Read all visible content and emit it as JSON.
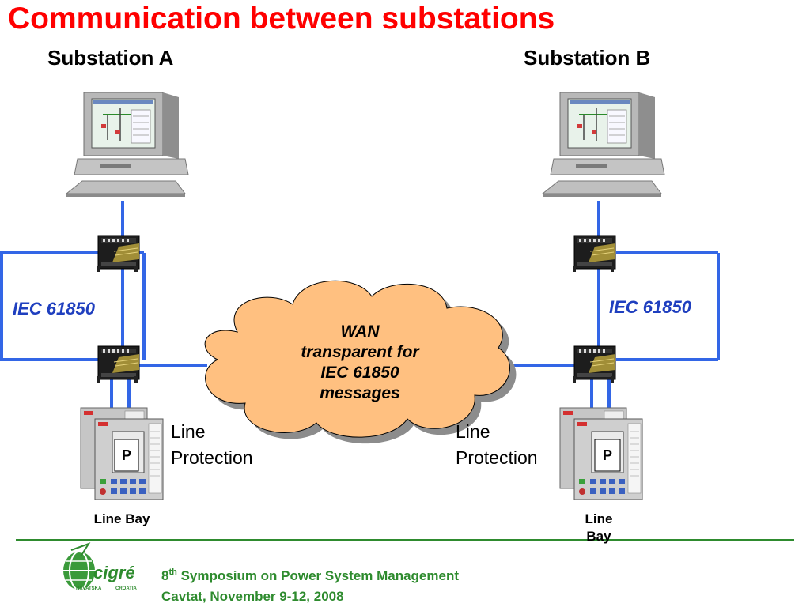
{
  "title": "Communication between substations",
  "substation_a": {
    "label": "Substation A",
    "protocol": "IEC 61850",
    "device_label_line1": "Line",
    "device_label_line2": "Protection",
    "bay_label": "Line Bay",
    "relay_letter": "P"
  },
  "substation_b": {
    "label": "Substation B",
    "protocol": "IEC 61850",
    "device_label_line1": "Line",
    "device_label_line2": "Protection",
    "bay_label_line1": "Line",
    "bay_label_line2": "Bay",
    "relay_letter": "P"
  },
  "wan": {
    "line1": "WAN",
    "line2": "transparent for",
    "line3": "IEC 61850",
    "line4": "messages"
  },
  "footer": {
    "ordinal_number": "8",
    "ordinal_suffix": "th",
    "line1_rest": " Symposium on Power System Management",
    "line2": "Cavtat, November 9-12, 2008",
    "logo_text": "cigré",
    "logo_left": "HRVATSKA",
    "logo_right": "CROATIA"
  },
  "colors": {
    "title": "#ff0000",
    "link": "#3366e6",
    "iec": "#1f3fbf",
    "footer": "#2e8b2e",
    "cloud_fill": "#ffc080",
    "cloud_shadow": "#8c8c8c"
  }
}
